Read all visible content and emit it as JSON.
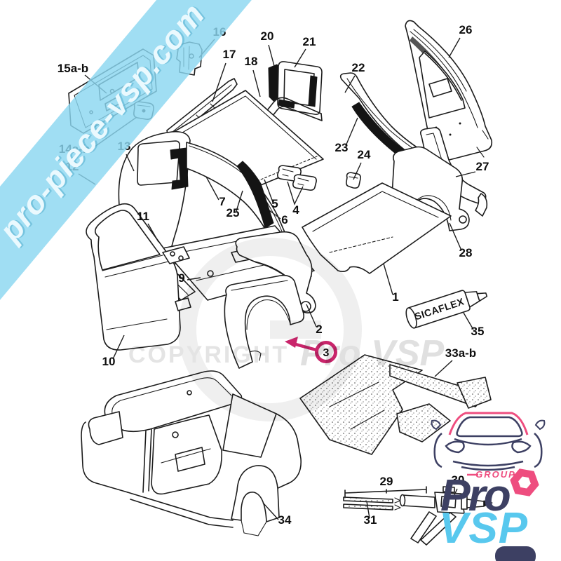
{
  "banner": {
    "text": "pro-piece-vsp.com",
    "color": "#8bd7f0"
  },
  "watermark": {
    "line1": "COPYRIGHT",
    "line2": "Pro VSP"
  },
  "highlight": {
    "number": "3",
    "color": "#c9256b"
  },
  "tube": {
    "brand": "SICAFLEX"
  },
  "logo": {
    "group": "GROUP",
    "word1": "Pro",
    "word2": "VSP",
    "navy": "#3d4063",
    "pink": "#ee4d7f",
    "blue": "#58c8ee"
  },
  "part_labels": [
    {
      "id": "15a-b",
      "text": "15a-b"
    },
    {
      "id": "14a-b",
      "text": "14a-b"
    },
    {
      "id": "12",
      "text": "12"
    },
    {
      "id": "13",
      "text": "13"
    },
    {
      "id": "16",
      "text": "16"
    },
    {
      "id": "17",
      "text": "17"
    },
    {
      "id": "18",
      "text": "18"
    },
    {
      "id": "20",
      "text": "20"
    },
    {
      "id": "21",
      "text": "21"
    },
    {
      "id": "22",
      "text": "22"
    },
    {
      "id": "23",
      "text": "23"
    },
    {
      "id": "24",
      "text": "24"
    },
    {
      "id": "26",
      "text": "26"
    },
    {
      "id": "27",
      "text": "27"
    },
    {
      "id": "28",
      "text": "28"
    },
    {
      "id": "7",
      "text": "7"
    },
    {
      "id": "25",
      "text": "25"
    },
    {
      "id": "5",
      "text": "5"
    },
    {
      "id": "6",
      "text": "6"
    },
    {
      "id": "4",
      "text": "4"
    },
    {
      "id": "11",
      "text": "11"
    },
    {
      "id": "9",
      "text": "9"
    },
    {
      "id": "10",
      "text": "10"
    },
    {
      "id": "1",
      "text": "1"
    },
    {
      "id": "2",
      "text": "2"
    },
    {
      "id": "35",
      "text": "35"
    },
    {
      "id": "33a-b",
      "text": "33a-b"
    },
    {
      "id": "34",
      "text": "34"
    },
    {
      "id": "29",
      "text": "29"
    },
    {
      "id": "30",
      "text": "30"
    },
    {
      "id": "31",
      "text": "31"
    }
  ]
}
